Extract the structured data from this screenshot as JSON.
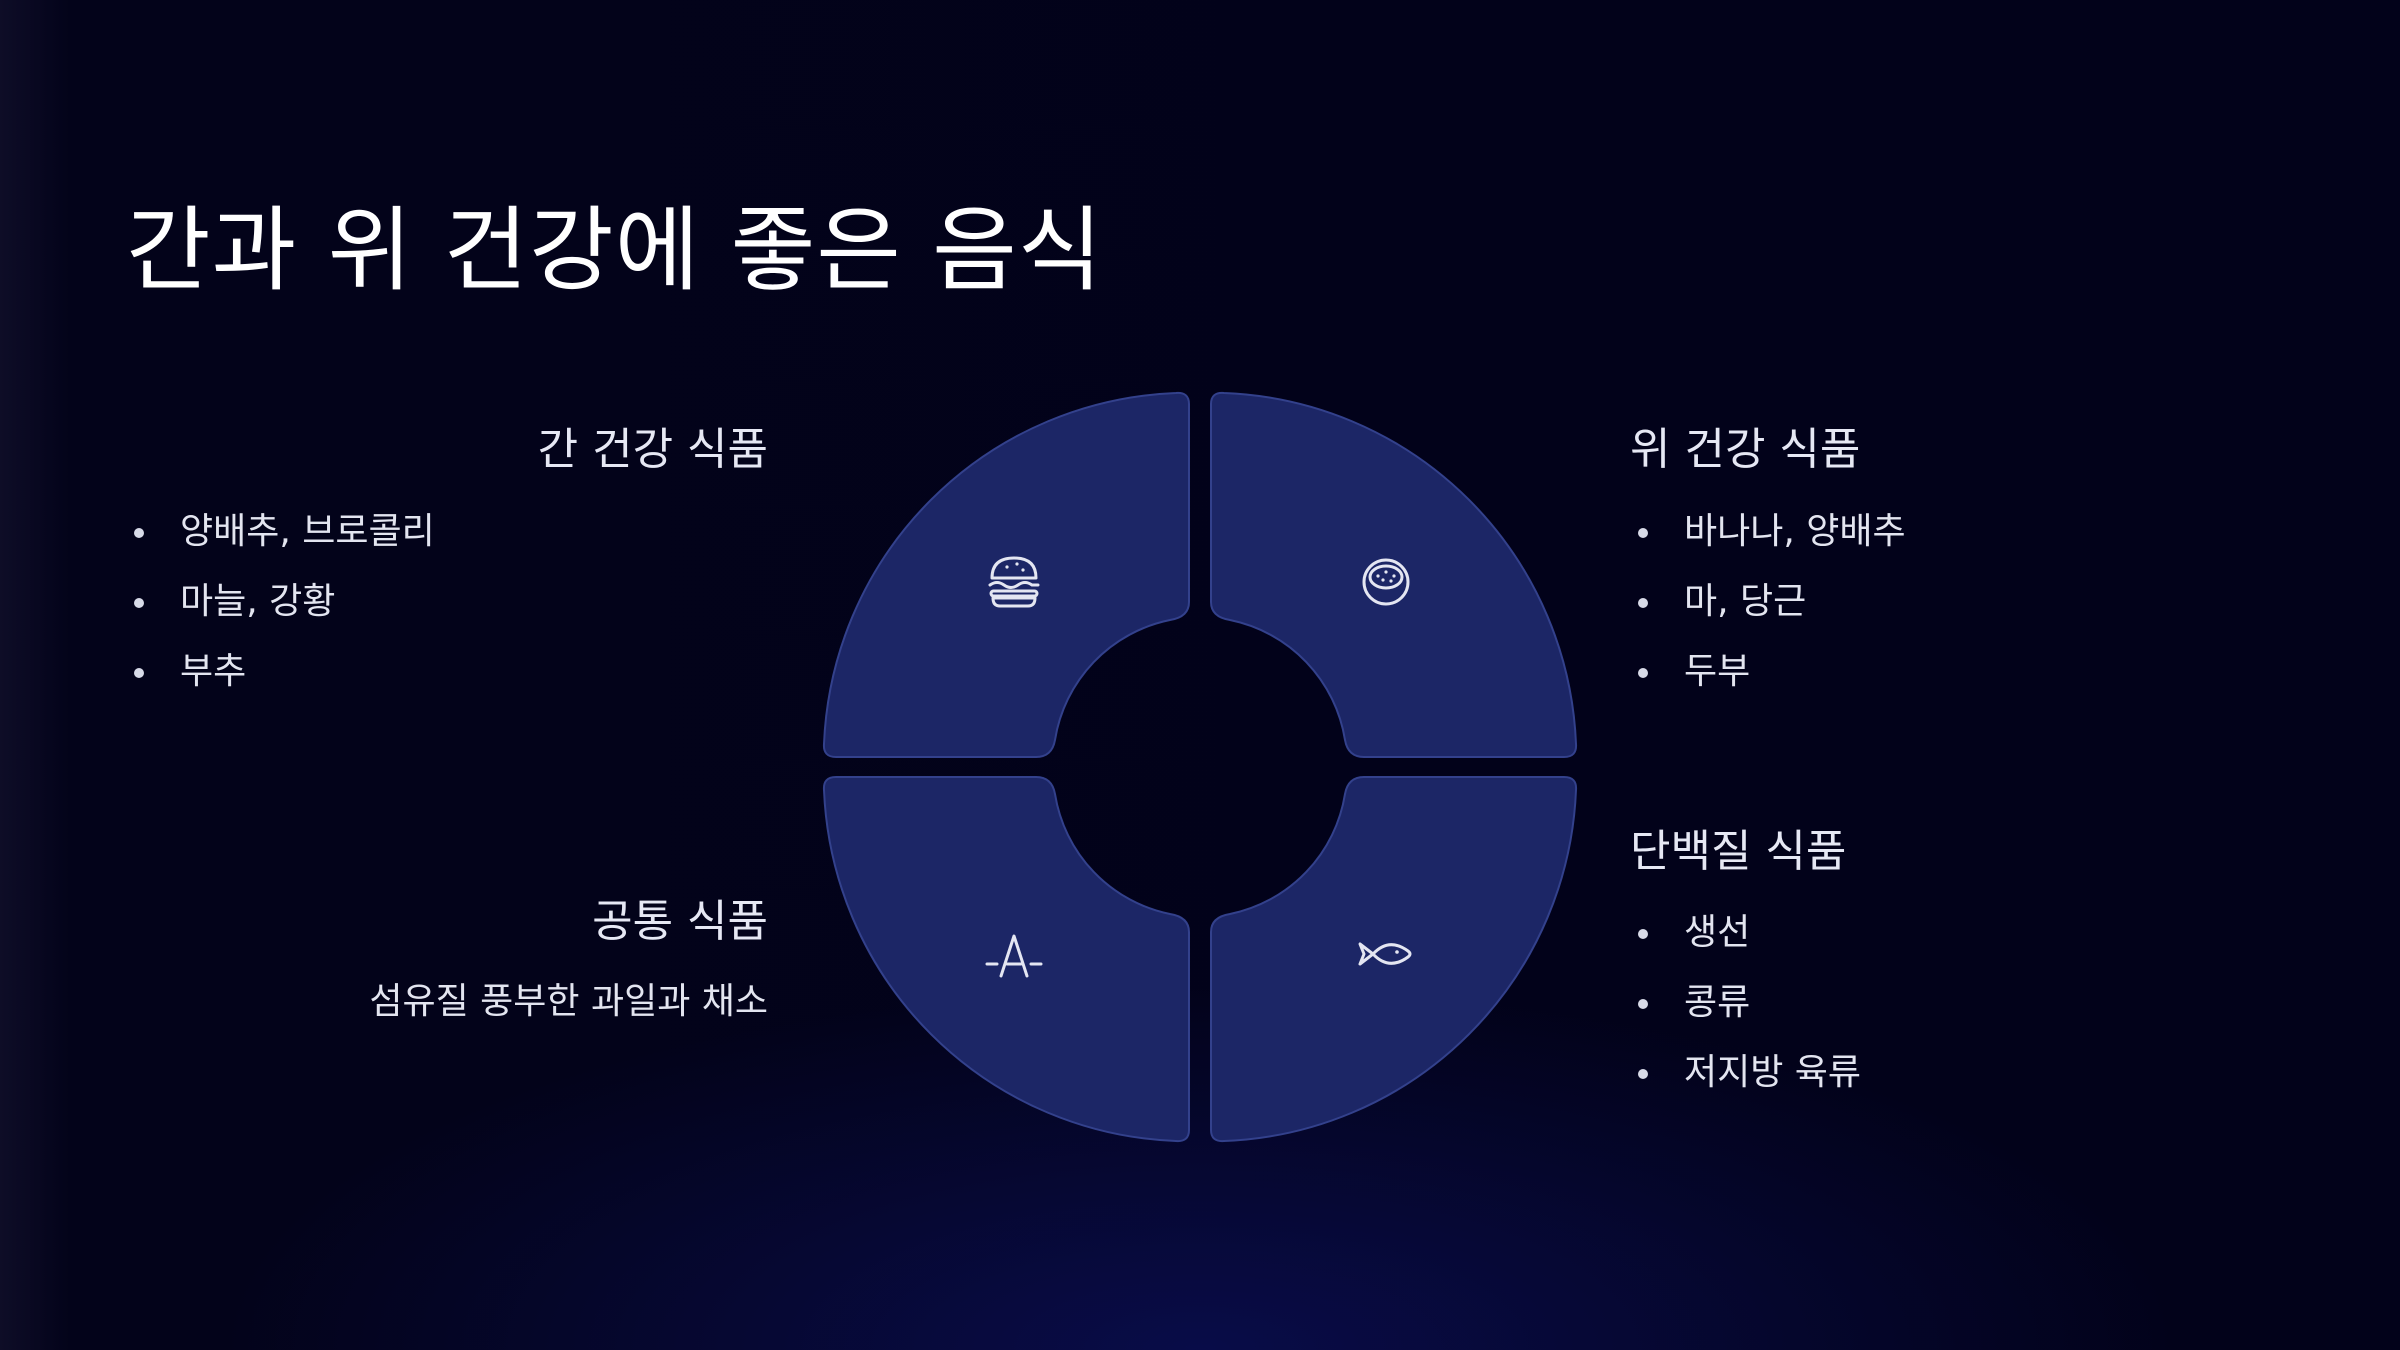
{
  "title": "간과 위 건강에 좋은 음식",
  "colors": {
    "segment_fill": "#1c2666",
    "segment_stroke": "#33418c",
    "icon": "#e4e6f2",
    "text": "#e3e5f0"
  },
  "quadrants": {
    "top_left": {
      "icon": "burger-icon",
      "heading": "간 건강 식품",
      "items": [
        "양배추, 브로콜리",
        "마늘, 강황",
        "부추"
      ]
    },
    "top_right": {
      "icon": "kiwi-icon",
      "heading": "위 건강 식품",
      "items": [
        "바나나, 양배추",
        "마, 당근",
        "두부"
      ]
    },
    "bottom_left": {
      "icon": "sprout-icon",
      "heading": "공통 식품",
      "description": "섬유질 풍부한 과일과 채소"
    },
    "bottom_right": {
      "icon": "fish-icon",
      "heading": "단백질 식품",
      "items": [
        "생선",
        "콩류",
        "저지방 육류"
      ]
    }
  }
}
